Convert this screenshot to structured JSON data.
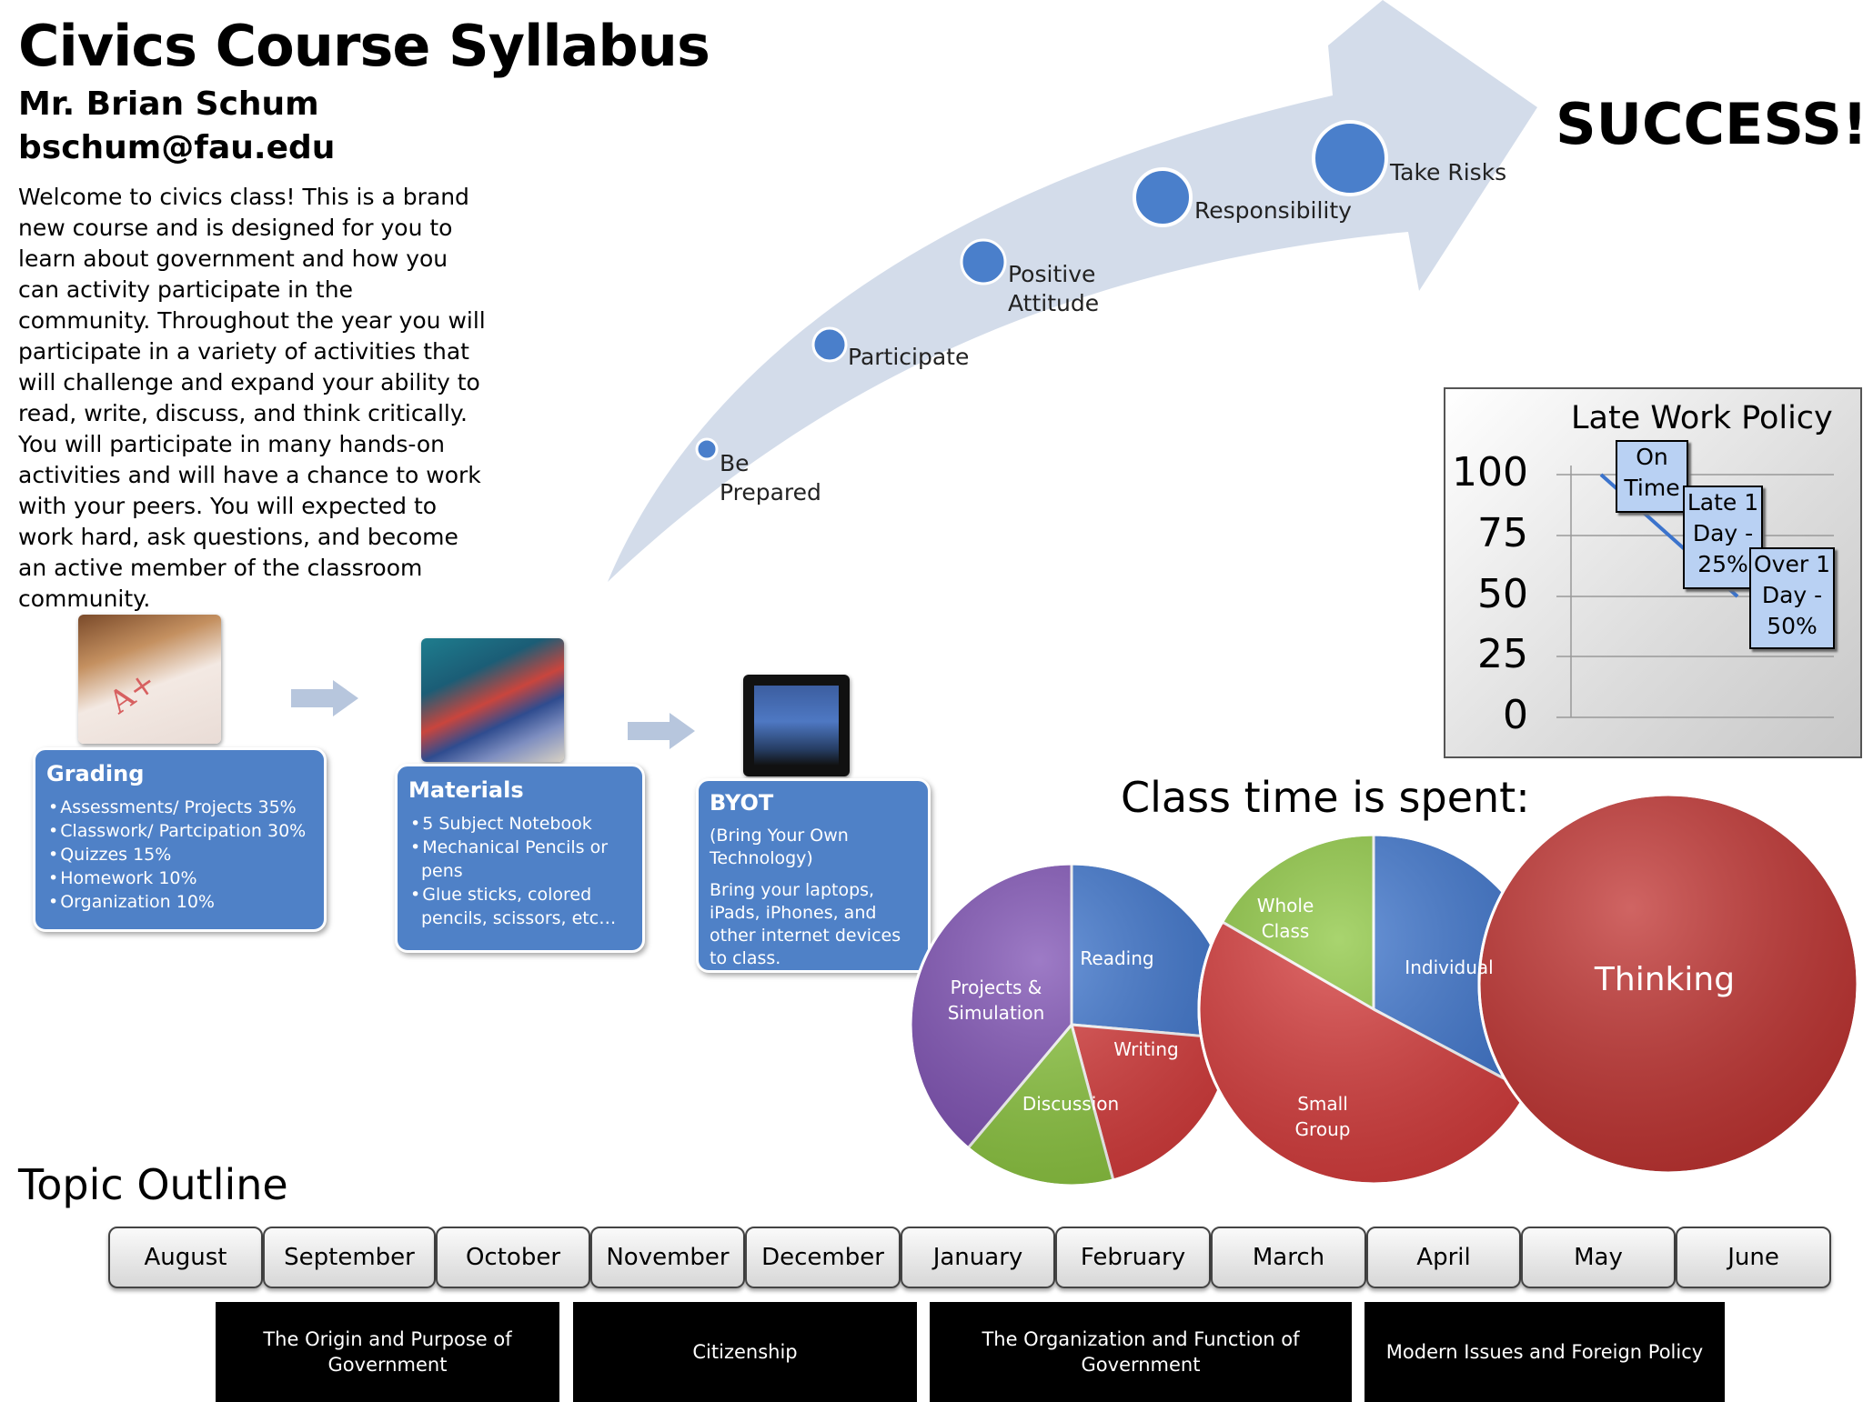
{
  "header": {
    "title": "Civics Course Syllabus",
    "teacher": "Mr. Brian Schum",
    "email": "bschum@fau.edu",
    "intro": "Welcome to civics class! This is a brand new course and is designed for you to learn about government and how you can activity participate in the community. Throughout the year you will participate in a variety of activities that will challenge and expand your ability to read, write, discuss, and think critically. You will participate in many hands-on activities and will have a chance to work with your peers.  You will expected to work hard, ask questions, and become an active member of the classroom community."
  },
  "path": {
    "steps": [
      {
        "label": "Be\nPrepared"
      },
      {
        "label": "Participate"
      },
      {
        "label": "Positive\nAttitude"
      },
      {
        "label": "Responsibility"
      },
      {
        "label": "Take Risks"
      }
    ],
    "goal": "SUCCESS!"
  },
  "cards": {
    "grading": {
      "title": "Grading",
      "items": [
        "Assessments/ Projects  35%",
        "Classwork/ Partcipation   30%",
        "Quizzes   15%",
        "Homework   10%",
        "Organization   10%"
      ]
    },
    "materials": {
      "title": "Materials",
      "items": [
        "5 Subject Notebook",
        "Mechanical Pencils or pens",
        "Glue sticks, colored pencils, scissors, etc…"
      ]
    },
    "byot": {
      "title": "BYOT",
      "subtitle": "(Bring Your Own Technology)",
      "body": "Bring your laptops, iPads, iPhones, and other internet devices to class."
    }
  },
  "late_policy": {
    "title": "Late Work Policy",
    "yticks": [
      "100",
      "75",
      "50",
      "25",
      "0"
    ],
    "notes": [
      "On\nTime",
      "Late 1\nDay -\n25%",
      "Over 1\nDay -\n50%"
    ]
  },
  "chart_data": {
    "type": "pie",
    "title": "Class time is spent:",
    "charts": [
      {
        "slices": [
          "Reading",
          "Writing",
          "Discussion",
          "Projects & Simulation"
        ],
        "colors": [
          "#3b73cc",
          "#d63a3a",
          "#8cc63f",
          "#7d4fb3"
        ]
      },
      {
        "slices": [
          "Whole Class",
          "Individual",
          "Small Group"
        ],
        "colors": [
          "#8cc63f",
          "#3b73cc",
          "#d63a3a"
        ]
      },
      {
        "slices": [
          "Thinking"
        ],
        "colors": [
          "#c0312f"
        ]
      }
    ]
  },
  "topics": {
    "title": "Topic Outline",
    "months": [
      "August",
      "September",
      "October",
      "November",
      "December",
      "January",
      "February",
      "March",
      "April",
      "May",
      "June"
    ],
    "units": [
      "The Origin and Purpose of Government",
      "Citizenship",
      "The Organization and Function of Government",
      "Modern Issues and Foreign Policy"
    ]
  },
  "colors": {
    "card": "#4f81c7",
    "arrow": "#d3dcea",
    "step_dot": "#4a7fcb",
    "note": "#b9d1f3"
  }
}
